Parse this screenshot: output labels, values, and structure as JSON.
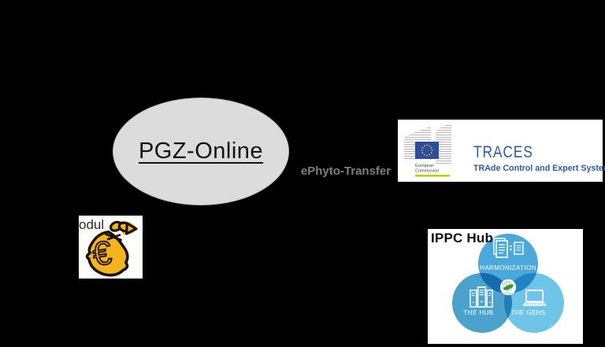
{
  "colors": {
    "background": "#000000",
    "ellipse_fill": "#dcdcdc",
    "transfer_text": "#7f7f7f",
    "traces_blue": "#2b5ca8",
    "ec_flag_blue": "#2a4da0",
    "ec_star_yellow": "#ffcc00",
    "ec_bar_green": "#bdd000",
    "bag_yellow": "#f5b41e",
    "bag_outline": "#181310",
    "venn_top": "#4aa9da",
    "venn_left": "#4aa2cd",
    "venn_right": "#6ec5e7",
    "leaf_green": "#3f9e3a"
  },
  "pgz_online": {
    "label": "PGZ-Online"
  },
  "connector": {
    "label": "ePhyto-Transfer"
  },
  "traces_logo": {
    "brand": "TRACES",
    "subtitle": "TRAde Control and Expert System",
    "commission_line1": "European",
    "commission_line2": "Commission"
  },
  "billing_module": {
    "partial_label": "odul"
  },
  "ippc_hub": {
    "title": "IPPC Hub",
    "circles": [
      {
        "id": "harmonization",
        "label": "HARMONIZATION"
      },
      {
        "id": "the-hub",
        "label": "THE HUB"
      },
      {
        "id": "the-gens",
        "label": "THE GENS"
      }
    ],
    "center_badge": "ePhyto"
  }
}
